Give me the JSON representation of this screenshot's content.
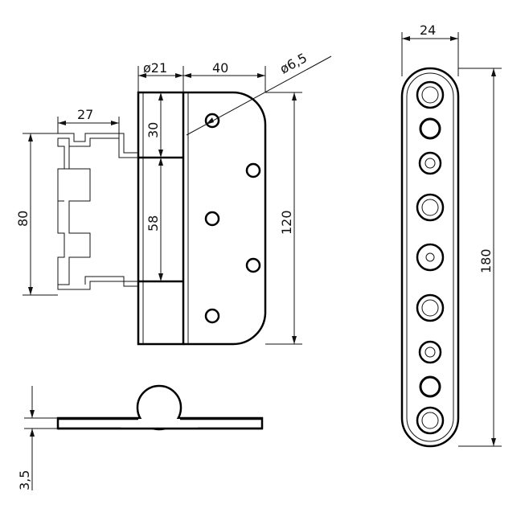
{
  "dimensions": {
    "pin_diameter": "ø21",
    "leaf_offset": "40",
    "hole_diameter": "ø6,5",
    "leaf_width": "27",
    "knuckle_top": "30",
    "knuckle_mid": "58",
    "tab_height": "80",
    "leaf_height": "120",
    "strip_width": "24",
    "strip_length": "180",
    "thickness": "3,5"
  }
}
